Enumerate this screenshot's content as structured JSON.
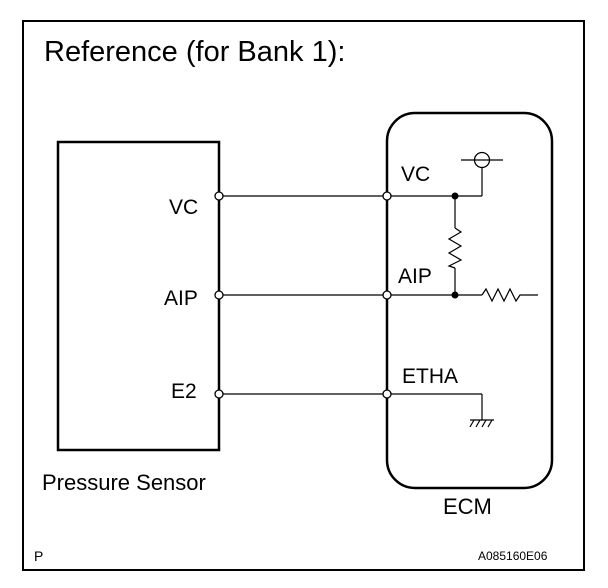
{
  "title": "Reference (for Bank 1):",
  "sensor": {
    "name": "Pressure Sensor",
    "pins": [
      "VC",
      "AIP",
      "E2"
    ]
  },
  "ecm": {
    "name": "ECM",
    "pins": [
      "VC",
      "AIP",
      "ETHA"
    ]
  },
  "footer": {
    "left": "P",
    "right": "A085160E06"
  }
}
